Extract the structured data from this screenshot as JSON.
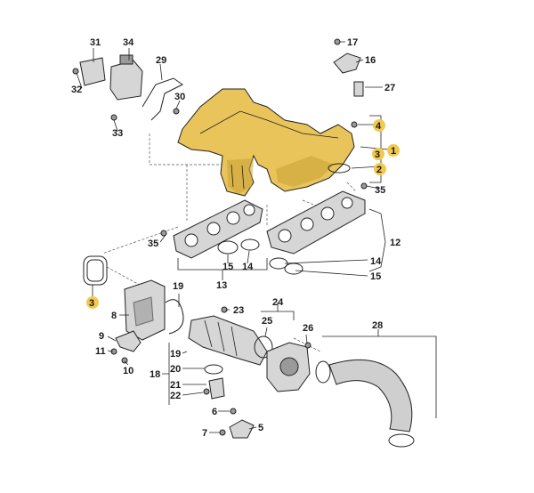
{
  "callouts": [
    {
      "id": "c31",
      "text": "31",
      "highlight": false
    },
    {
      "id": "c34",
      "text": "34",
      "highlight": false
    },
    {
      "id": "c32",
      "text": "32",
      "highlight": false
    },
    {
      "id": "c29",
      "text": "29",
      "highlight": false
    },
    {
      "id": "c30",
      "text": "30",
      "highlight": false
    },
    {
      "id": "c33",
      "text": "33",
      "highlight": false
    },
    {
      "id": "c17",
      "text": "17",
      "highlight": false
    },
    {
      "id": "c16",
      "text": "16",
      "highlight": false
    },
    {
      "id": "c27",
      "text": "27",
      "highlight": false
    },
    {
      "id": "c4",
      "text": "4",
      "highlight": true
    },
    {
      "id": "c1",
      "text": "1",
      "highlight": true
    },
    {
      "id": "c3a",
      "text": "3",
      "highlight": true
    },
    {
      "id": "c2",
      "text": "2",
      "highlight": true
    },
    {
      "id": "c35a",
      "text": "35",
      "highlight": false
    },
    {
      "id": "c12",
      "text": "12",
      "highlight": false
    },
    {
      "id": "c35b",
      "text": "35",
      "highlight": false
    },
    {
      "id": "c15a",
      "text": "15",
      "highlight": false
    },
    {
      "id": "c14a",
      "text": "14",
      "highlight": false
    },
    {
      "id": "c14b",
      "text": "14",
      "highlight": false
    },
    {
      "id": "c15b",
      "text": "15",
      "highlight": false
    },
    {
      "id": "c13",
      "text": "13",
      "highlight": false
    },
    {
      "id": "c3b",
      "text": "3",
      "highlight": true
    },
    {
      "id": "c19a",
      "text": "19",
      "highlight": false
    },
    {
      "id": "c8",
      "text": "8",
      "highlight": false
    },
    {
      "id": "c23",
      "text": "23",
      "highlight": false
    },
    {
      "id": "c24",
      "text": "24",
      "highlight": false
    },
    {
      "id": "c25",
      "text": "25",
      "highlight": false
    },
    {
      "id": "c26",
      "text": "26",
      "highlight": false
    },
    {
      "id": "c28",
      "text": "28",
      "highlight": false
    },
    {
      "id": "c9",
      "text": "9",
      "highlight": false
    },
    {
      "id": "c11",
      "text": "11",
      "highlight": false
    },
    {
      "id": "c10",
      "text": "10",
      "highlight": false
    },
    {
      "id": "c19b",
      "text": "19",
      "highlight": false
    },
    {
      "id": "c18",
      "text": "18",
      "highlight": false
    },
    {
      "id": "c20",
      "text": "20",
      "highlight": false
    },
    {
      "id": "c21",
      "text": "21",
      "highlight": false
    },
    {
      "id": "c22",
      "text": "22",
      "highlight": false
    },
    {
      "id": "c6",
      "text": "6",
      "highlight": false
    },
    {
      "id": "c7",
      "text": "7",
      "highlight": false
    },
    {
      "id": "c5",
      "text": "5",
      "highlight": false
    }
  ],
  "colors": {
    "manifold_fill": "#e8c45a",
    "manifold_shade": "#c9a235",
    "highlight_marker": "#f2c94c",
    "part_gray": "#d6d6d6",
    "part_dark": "#9a9a9a",
    "hose_fill": "#cfcfcf"
  }
}
